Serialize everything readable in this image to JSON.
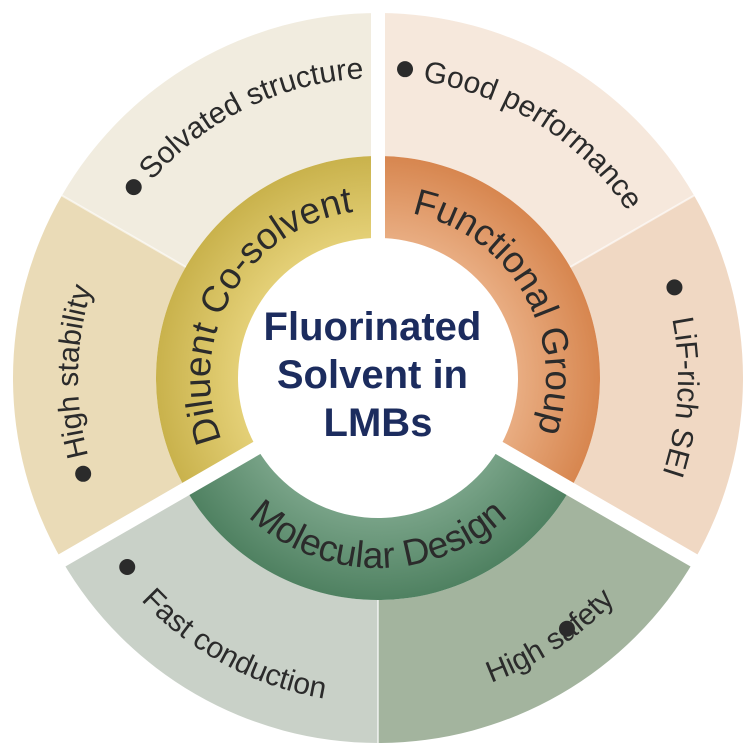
{
  "center": {
    "lines": [
      "Fluorinated",
      "Solvent in",
      "LMBs"
    ]
  },
  "sectors": [
    {
      "id": "diluent",
      "label": "Diluent Co-solvent",
      "colors": {
        "mid": "#e6d27a",
        "mid_dark": "#c9b24c",
        "outer": "#f1ecdf",
        "outer_alt": "#eadbb7"
      },
      "outer_items": [
        {
          "label": "Solvated structure"
        },
        {
          "label": "High stability"
        }
      ]
    },
    {
      "id": "functional",
      "label": "Functional Group",
      "colors": {
        "mid": "#eab086",
        "mid_dark": "#d7864f",
        "outer": "#f0d8c3",
        "outer_alt": "#f6e8dc"
      },
      "outer_items": [
        {
          "label": "Good performance"
        },
        {
          "label": "LiF-rich SEI"
        }
      ]
    },
    {
      "id": "molecular",
      "label": "Molecular Design",
      "colors": {
        "mid": "#7ba58a",
        "mid_dark": "#4f8161",
        "outer": "#c9d1c8",
        "outer_alt": "#a3b49e"
      },
      "outer_items": [
        {
          "label": "Fast conduction"
        },
        {
          "label": "High safety"
        }
      ]
    }
  ],
  "colors": {
    "center_fill": "#ffffff",
    "center_text": "#1c2c5e",
    "divider": "#ffffff",
    "bullet": "#2b2b2b",
    "text": "#2b2b2b"
  }
}
